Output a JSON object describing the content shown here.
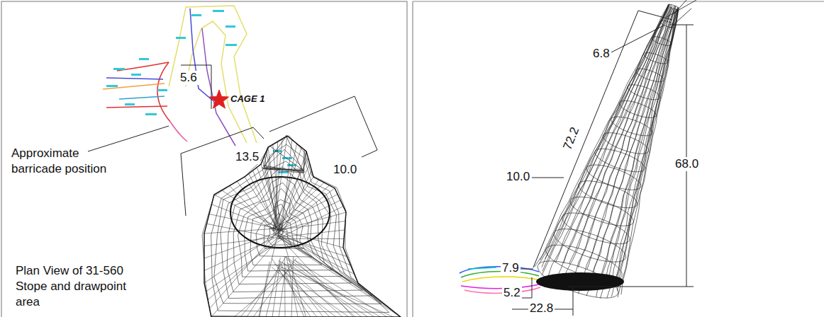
{
  "diagram": {
    "labels": [
      "5.6",
      "CAGE 1",
      "13.5",
      "10.0",
      "Approximate barricade position",
      "Plan View of 31-560 Stope and drawpoint area",
      "6.8",
      "72.2",
      "68.0",
      "10.0",
      "7.9",
      "5.2",
      "22.8"
    ]
  }
}
